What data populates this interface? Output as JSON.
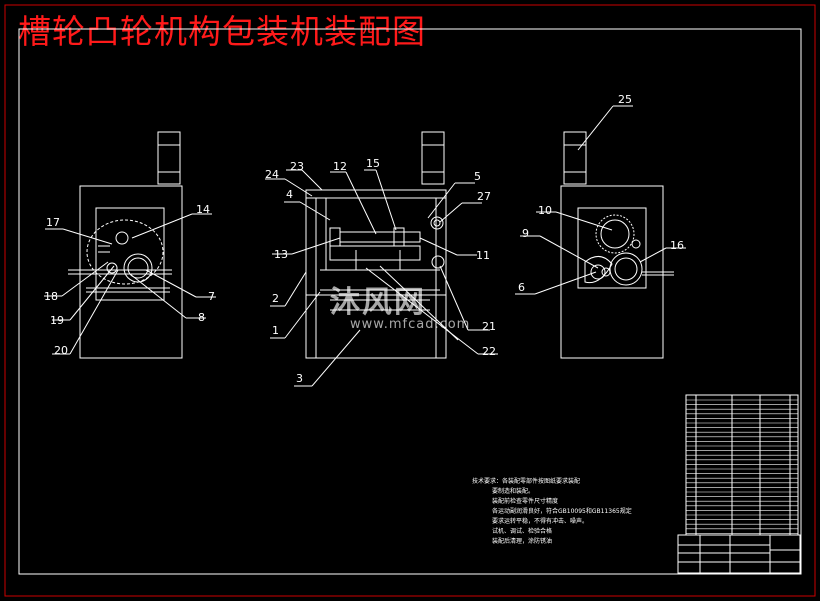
{
  "drawing": {
    "title": "槽轮凸轮机构包装机装配图",
    "watermark": "沐风网",
    "watermark_url": "www.mfcad.com",
    "tech_notes": [
      "技术要求：各装配零部件按图纸要求装配",
      "要制造和装配。",
      "装配前检查零件尺寸精度",
      "各运动副润滑良好，符合GB10095和GB11365规定",
      "要求运转平稳，不得有冲击、噪声。",
      "试机、调试、检验合格",
      "装配后清理，涂防锈油"
    ],
    "part_numbers": [
      "1",
      "2",
      "3",
      "4",
      "5",
      "6",
      "7",
      "8",
      "9",
      "10",
      "11",
      "12",
      "13",
      "14",
      "15",
      "16",
      "17",
      "18",
      "19",
      "20",
      "21",
      "22",
      "23",
      "24",
      "25",
      "27"
    ]
  },
  "colors": {
    "frame": "#ffffff",
    "title": "#ff1a1a",
    "border_red": "#cc0000"
  }
}
